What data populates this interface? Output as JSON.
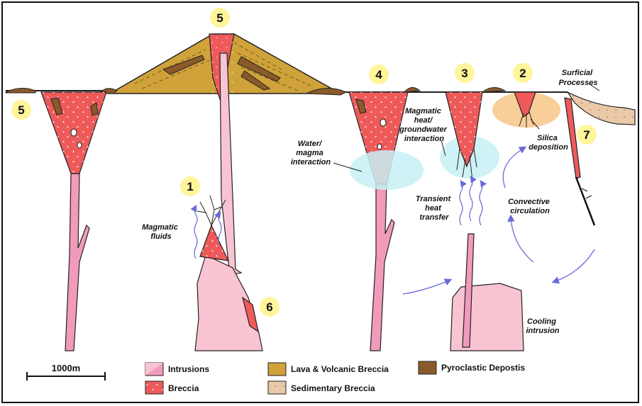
{
  "labels": {
    "surficial": [
      "Surficial",
      "Processes"
    ],
    "water_magma": [
      "Water/",
      "magma",
      "interaction"
    ],
    "magmatic_heat": [
      "Magmatic",
      "heat/",
      "groundwater",
      "interaction"
    ],
    "silica": [
      "Silica",
      "deposition"
    ],
    "magmatic_fluids": [
      "Magmatic",
      "fluids"
    ],
    "transient": [
      "Transient",
      "heat",
      "transfer"
    ],
    "convective": [
      "Convective",
      "circulation"
    ],
    "cooling": [
      "Cooling",
      "intrusion"
    ]
  },
  "markers": {
    "m1": "1",
    "m2": "2",
    "m3": "3",
    "m4": "4",
    "m5_top": "5",
    "m5_left": "5",
    "m6": "6",
    "m7": "7"
  },
  "scale_bar": "1000m",
  "legend": {
    "intrusions": "Intrusions",
    "breccia": "Breccia",
    "lava": "Lava & Volcanic Breccia",
    "sedimentary": "Sedimentary Breccia",
    "pyroclastic": "Pyroclastic Depostis"
  },
  "colors": {
    "intrusion": "#f4a9c0",
    "intrusion_dark": "#e9739c",
    "breccia": "#ee5a5a",
    "lava": "#cfa23a",
    "pyroclastic": "#8b5a2b",
    "sedimentary": "#e9c9a8",
    "water": "#c7f0f5",
    "silica": "#f7c98e",
    "marker": "#fff59a",
    "arrow": "#6a6ad8"
  }
}
